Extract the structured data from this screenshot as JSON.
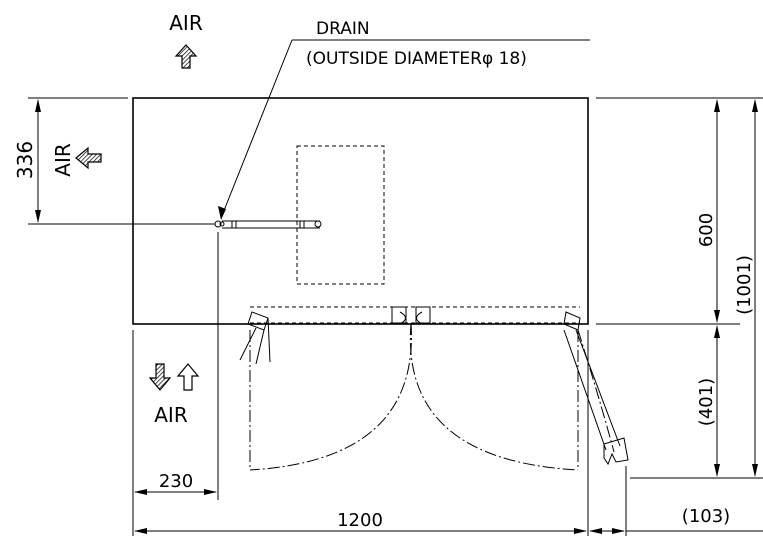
{
  "labels": {
    "air_top": "AIR",
    "drain": "DRAIN",
    "drain_spec": "(OUTSIDE DIAMETERφ 18)",
    "air_left": "AIR",
    "air_bottom": "AIR"
  },
  "dimensions": {
    "left_336": "336",
    "right_600": "600",
    "right_1001": "(1001)",
    "right_401": "(401)",
    "bottom_230": "230",
    "bottom_1200": "1200",
    "bottom_103": "(103)"
  },
  "icons": {
    "air_up": "hatched-arrow-up-icon",
    "air_left": "hatched-arrow-left-icon",
    "air_down": "hatched-arrow-down-icon",
    "air_up_outline": "outline-arrow-up-icon"
  }
}
